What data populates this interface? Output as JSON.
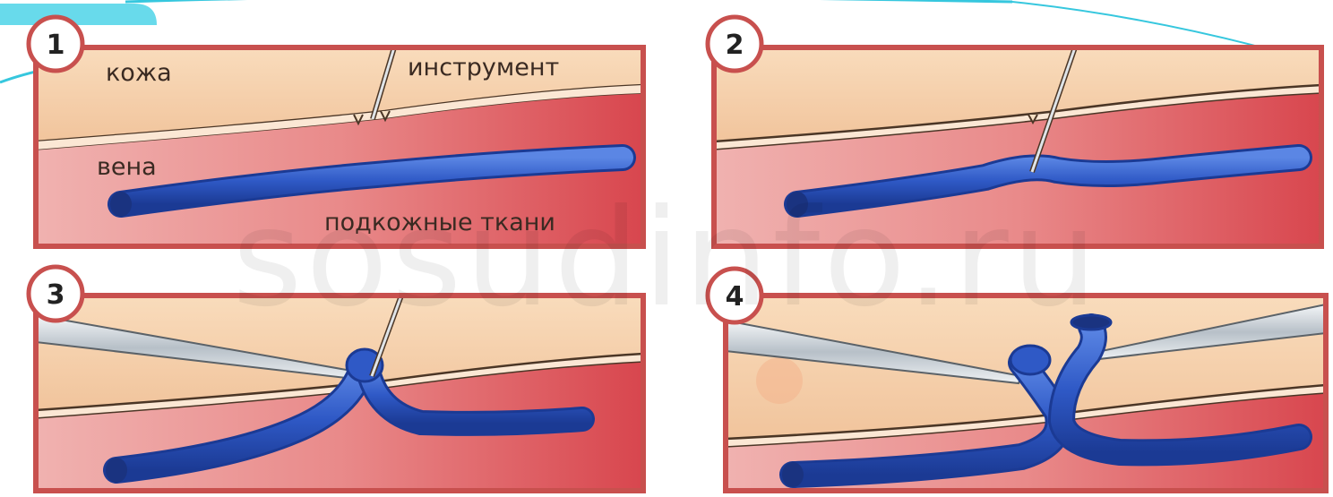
{
  "panels": [
    {
      "number": "1"
    },
    {
      "number": "2"
    },
    {
      "number": "3"
    },
    {
      "number": "4"
    }
  ],
  "labels": {
    "skin": "кожа",
    "instrument": "инструмент",
    "vein": "вена",
    "subcutaneous": "подкожные ткани"
  },
  "watermark": "sosudinfo.ru",
  "colors": {
    "frame": "#c8504e",
    "skin": "#f5d3ad",
    "tissue": "#e88c8a",
    "vein": "#2c57c2",
    "background_accent": "#4ed4e8"
  }
}
